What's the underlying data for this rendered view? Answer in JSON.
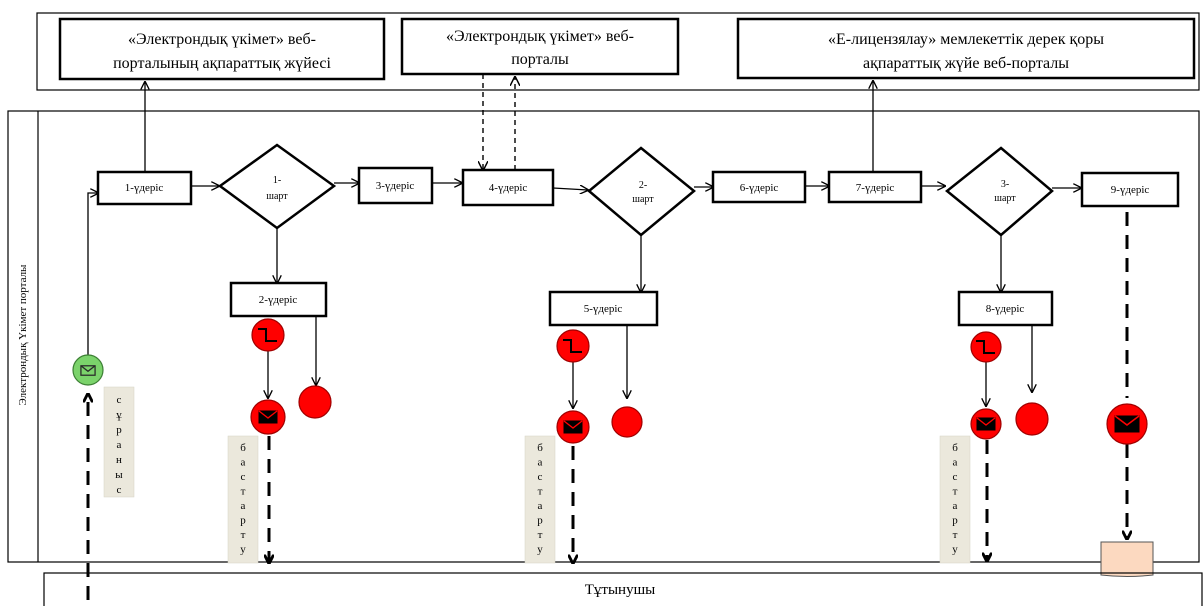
{
  "top_systems": [
    {
      "line1": "«Электрондық үкімет» веб-",
      "line2": "порталының ақпараттық жүйесі"
    },
    {
      "line1": "«Электрондық үкімет» веб-",
      "line2": "порталы"
    },
    {
      "line1": "«Е-лицензялау» мемлекеттік дерек қоры",
      "line2": "ақпараттық жүйе веб-порталы"
    }
  ],
  "lane_label": "Электрондық Үкімет порталы",
  "steps": [
    "1-үдеріс",
    "2-үдеріс",
    "3-үдеріс",
    "4-үдеріс",
    "5-үдеріс",
    "6-үдеріс",
    "7-үдеріс",
    "8-үдеріс",
    "9-үдеріс"
  ],
  "conditions": [
    {
      "line1": "1-",
      "line2": "шарт"
    },
    {
      "line1": "2-",
      "line2": "шарт"
    },
    {
      "line1": "3-",
      "line2": "шарт"
    }
  ],
  "vertical_labels": {
    "request": "сұраныс",
    "start": "бастарту"
  },
  "consumer_label": "Тұтынушы",
  "colors": {
    "stroke": "#000000",
    "red_event": "#ff0000",
    "green_event": "#7bd36b",
    "label_bg": "#ebe8dc",
    "final_box": "#fcd9c0"
  },
  "icons": [
    "envelope-icon",
    "timer-icon",
    "end-event-icon",
    "document-icon"
  ]
}
